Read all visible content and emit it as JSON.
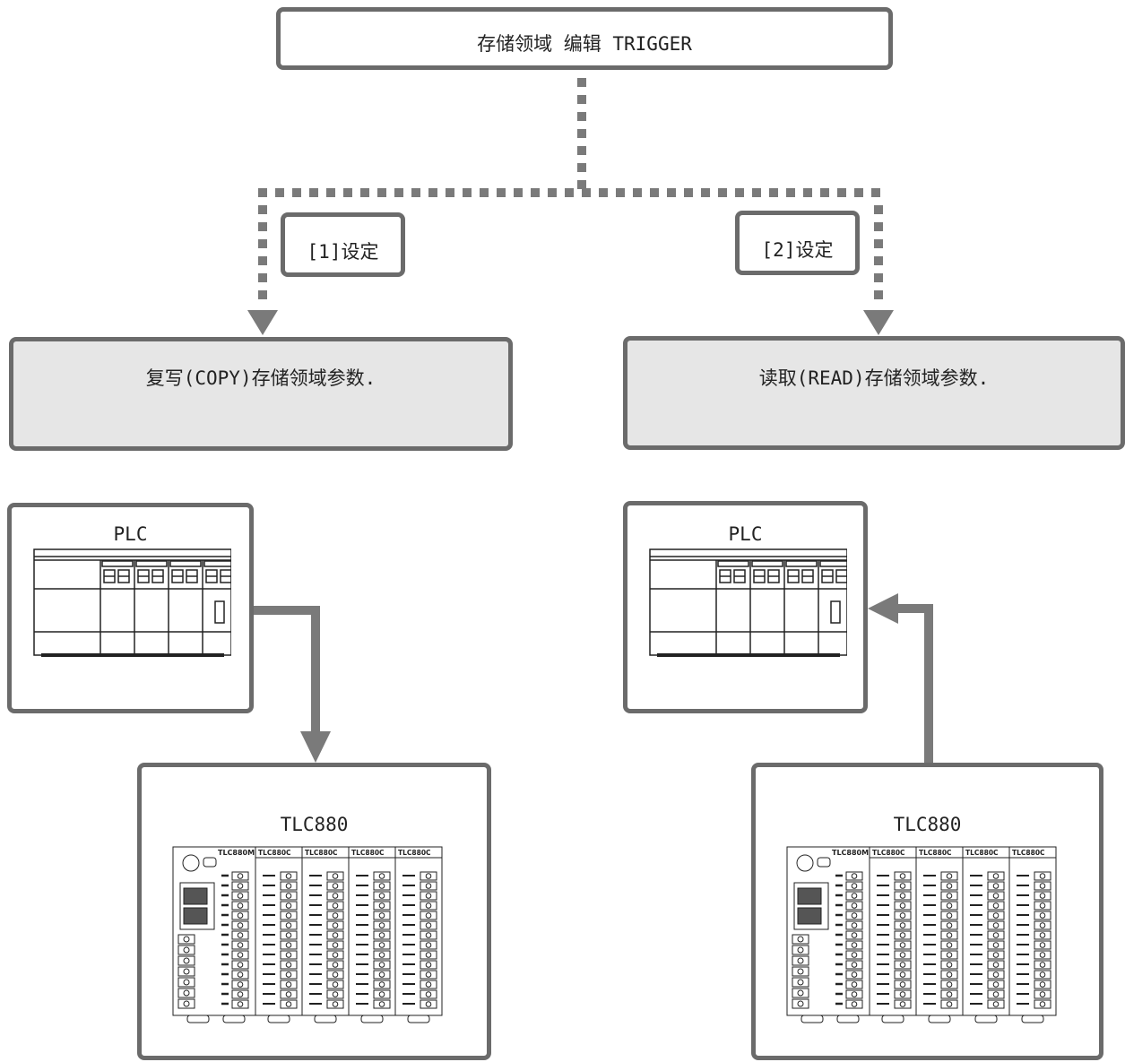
{
  "trigger": {
    "label": "存储领域 编辑 TRIGGER"
  },
  "left_branch": {
    "setting_label": "[1]设定",
    "action_label": "复写(COPY)存储领域参数.",
    "plc_label": "PLC",
    "tlc_label": "TLC880"
  },
  "right_branch": {
    "setting_label": "[2]设定",
    "action_label": "读取(READ)存储领域参数.",
    "plc_label": "PLC",
    "tlc_label": "TLC880"
  },
  "device_texts": {
    "module_main": "TLC880M",
    "module_ch": "TLC880C"
  },
  "colors": {
    "border": "#6b6b6b",
    "shaded": "#e6e6e6",
    "arrow": "#7a7a7a"
  }
}
